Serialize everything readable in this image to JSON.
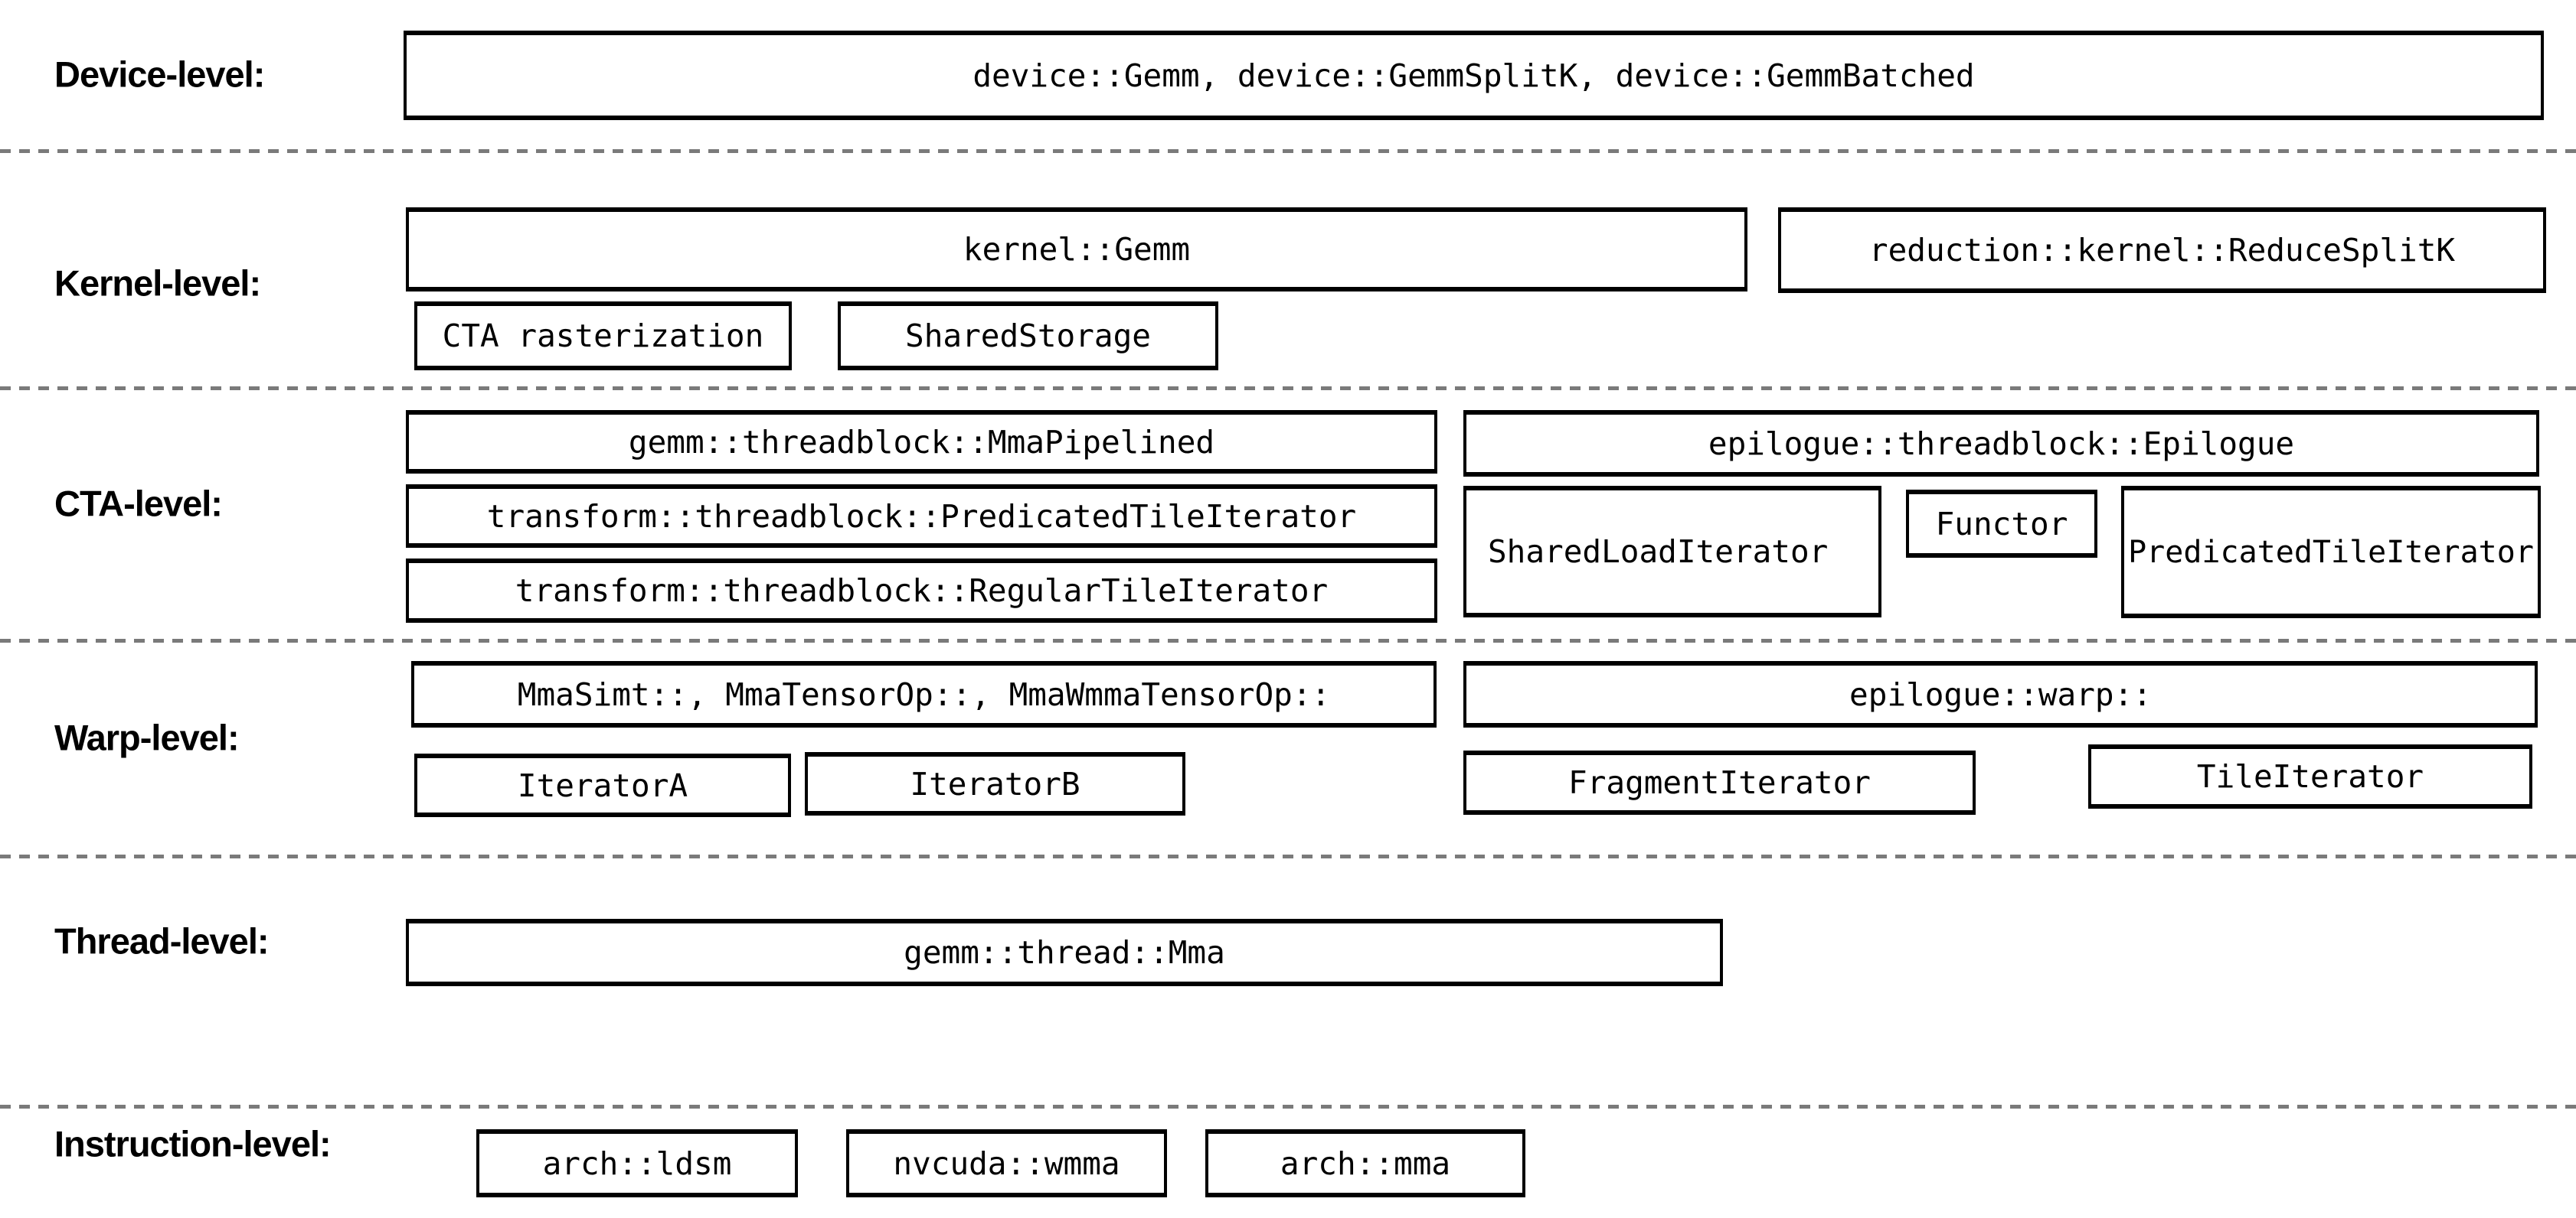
{
  "colors": {
    "background": "#ffffff",
    "box_border": "#000000",
    "text": "#000000",
    "divider": "#7a7a7a"
  },
  "rows": [
    {
      "id": "device",
      "label": "Device-level:",
      "boxes": [
        {
          "text": "device::Gemm, device::GemmSplitK, device::GemmBatched"
        }
      ]
    },
    {
      "id": "kernel",
      "label": "Kernel-level:",
      "boxes": [
        {
          "text": "kernel::Gemm"
        },
        {
          "text": "reduction::kernel::ReduceSplitK"
        },
        {
          "text": "CTA rasterization"
        },
        {
          "text": "SharedStorage"
        }
      ]
    },
    {
      "id": "cta",
      "label": "CTA-level:",
      "boxes": [
        {
          "text": "gemm::threadblock::MmaPipelined"
        },
        {
          "text": "transform::threadblock::PredicatedTileIterator"
        },
        {
          "text": "transform::threadblock::RegularTileIterator"
        },
        {
          "text": "epilogue::threadblock::Epilogue"
        },
        {
          "text": "SharedLoadIterator"
        },
        {
          "text": "Functor"
        },
        {
          "text": "PredicatedTileIterator"
        }
      ]
    },
    {
      "id": "warp",
      "label": "Warp-level:",
      "boxes": [
        {
          "text": "MmaSimt::, MmaTensorOp::, MmaWmmaTensorOp::"
        },
        {
          "text": "epilogue::warp::"
        },
        {
          "text": "IteratorA"
        },
        {
          "text": "IteratorB"
        },
        {
          "text": "FragmentIterator"
        },
        {
          "text": "TileIterator"
        }
      ]
    },
    {
      "id": "thread",
      "label": "Thread-level:",
      "boxes": [
        {
          "text": "gemm::thread::Mma"
        }
      ]
    },
    {
      "id": "instruction",
      "label": "Instruction-level:",
      "boxes": [
        {
          "text": "arch::ldsm"
        },
        {
          "text": "nvcuda::wmma"
        },
        {
          "text": "arch::mma"
        }
      ]
    }
  ]
}
